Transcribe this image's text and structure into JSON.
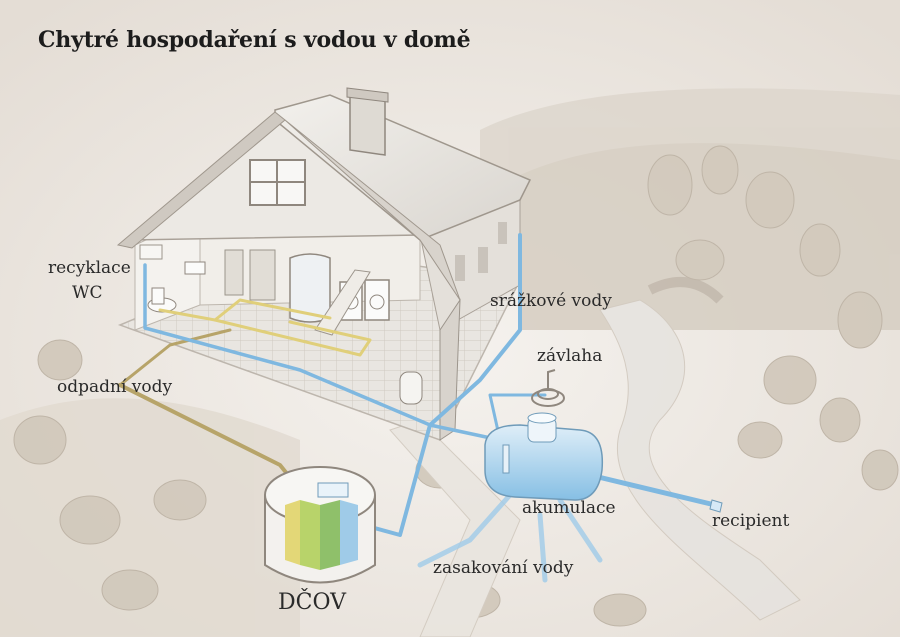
{
  "title": "Chytré hospodaření s vodou v domě",
  "labels": {
    "recycle_line1": "recyklace",
    "recycle_line2": "WC",
    "waste": "odpadní vody",
    "rain": "srážkové vody",
    "irrigation": "závlaha",
    "accumulation": "akumulace",
    "recipient": "recipient",
    "infiltration": "zasakování vody",
    "wwtp": "DČOV"
  },
  "colors": {
    "background": "#efeae4",
    "clean_water_pipe": "#7fb8e0",
    "waste_water_pipe": "#b7a469",
    "recycle_pipe": "#e0cf7a",
    "tank_water": "#9fcbe8"
  }
}
